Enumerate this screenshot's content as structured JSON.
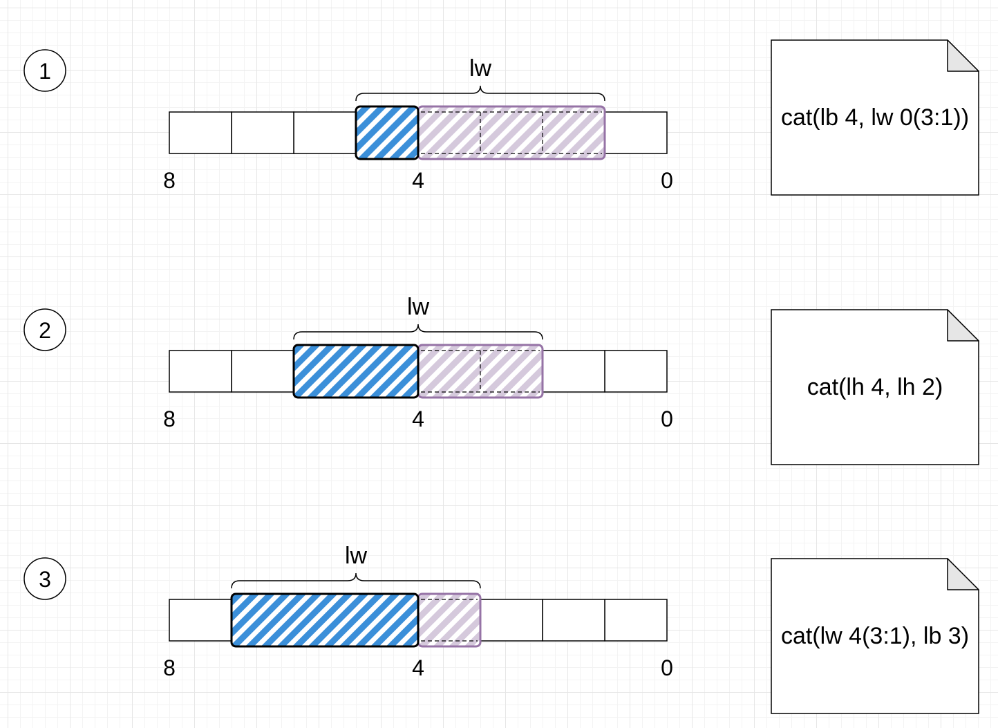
{
  "colors": {
    "blue_fill": "#3b8fd9",
    "purple_fill": "#d5c9dc",
    "purple_border": "#9673a6",
    "outline": "#000000"
  },
  "rows": [
    {
      "step": "1",
      "brace_label": "lw",
      "bit_labels": [
        "8",
        "4",
        "0"
      ],
      "blue_cells": [
        4,
        4
      ],
      "purple_cells": [
        1,
        3
      ],
      "brace_cells": [
        1,
        4
      ],
      "note": "cat(lb 4, lw 0(3:1))"
    },
    {
      "step": "2",
      "brace_label": "lw",
      "bit_labels": [
        "8",
        "4",
        "0"
      ],
      "blue_cells": [
        4,
        5
      ],
      "purple_cells": [
        2,
        3
      ],
      "brace_cells": [
        2,
        5
      ],
      "note": "cat(lh 4, lh 2)"
    },
    {
      "step": "3",
      "brace_label": "lw",
      "bit_labels": [
        "8",
        "4",
        "0"
      ],
      "blue_cells": [
        4,
        6
      ],
      "purple_cells": [
        3,
        3
      ],
      "brace_cells": [
        3,
        6
      ],
      "note": "cat(lw 4(3:1), lb 3)"
    }
  ]
}
